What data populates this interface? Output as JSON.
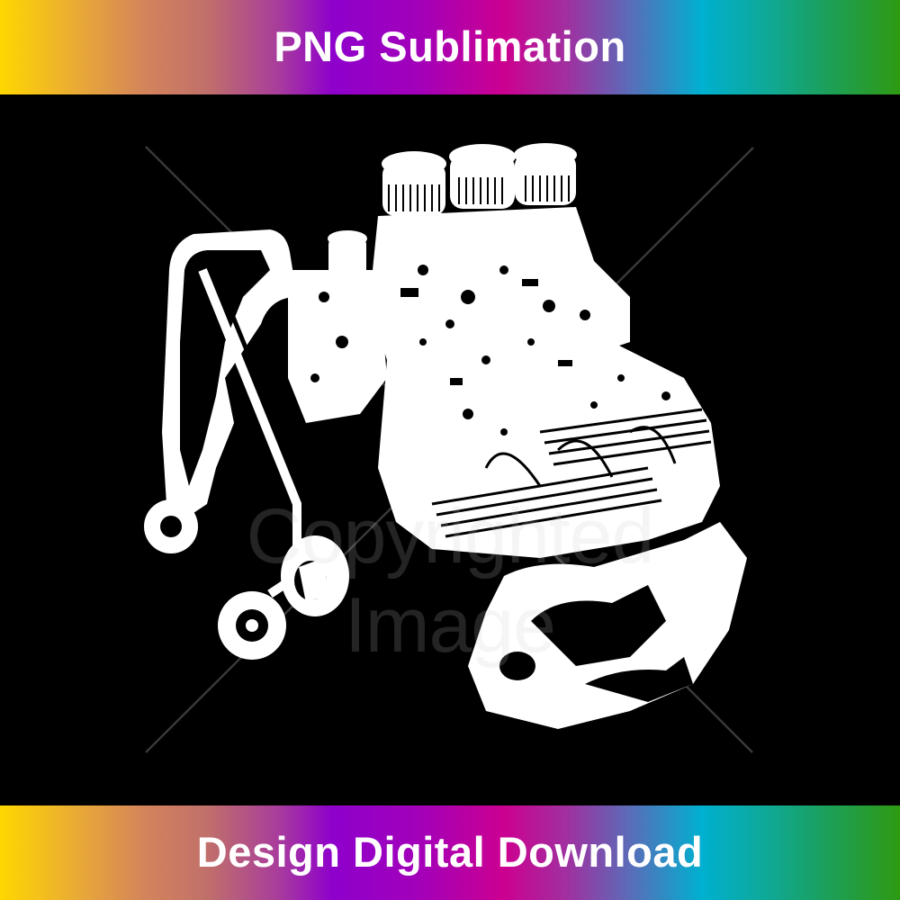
{
  "header": {
    "title": "PNG Sublimation"
  },
  "footer": {
    "title": "Design Digital Download"
  },
  "artwork": {
    "subject": "engine-illustration",
    "description": "White-on-black stencil illustration of a V8 hot rod engine with triple air cleaners",
    "watermark": "Copyrighted Image",
    "background_color": "#000000",
    "foreground_color": "#FFFFFF"
  },
  "theme": {
    "gradient_stops": [
      "#FFD700",
      "#D4845A",
      "#8E00CC",
      "#CC0090",
      "#00B0D0",
      "#2E9A12"
    ],
    "text_color": "#FFFFFF"
  }
}
